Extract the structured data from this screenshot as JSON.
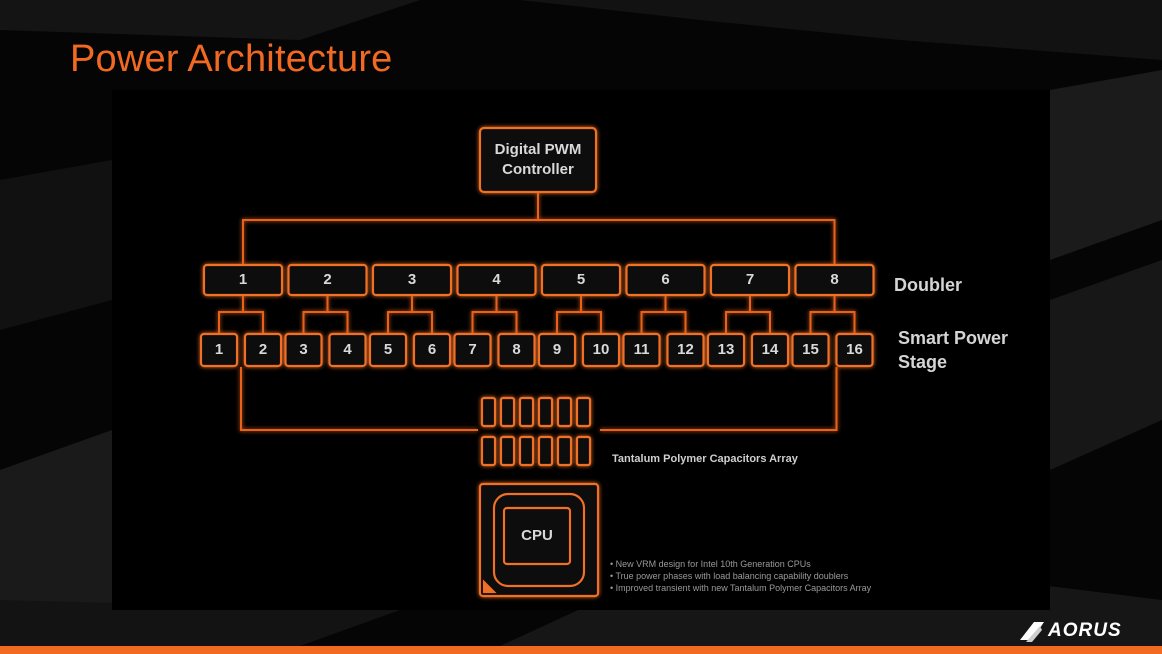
{
  "slide": {
    "title": "Power Architecture",
    "brand": "AORUS",
    "brand_color": "#f26a21"
  },
  "diagram": {
    "controller_label": "Digital PWM Controller",
    "doubler_label": "Doubler",
    "power_stage_label": "Smart Power Stage",
    "doublers": [
      "1",
      "2",
      "3",
      "4",
      "5",
      "6",
      "7",
      "8"
    ],
    "power_stages": [
      "1",
      "2",
      "3",
      "4",
      "5",
      "6",
      "7",
      "8",
      "9",
      "10",
      "11",
      "12",
      "13",
      "14",
      "15",
      "16"
    ],
    "capacitor_label": "Tantalum Polymer Capacitors Array",
    "cpu_label": "CPU",
    "notes": [
      "New VRM design for Intel 10th Generation CPUs",
      "True power phases with load balancing capability doublers",
      "Improved transient with new Tantalum Polymer Capacitors Array"
    ]
  }
}
